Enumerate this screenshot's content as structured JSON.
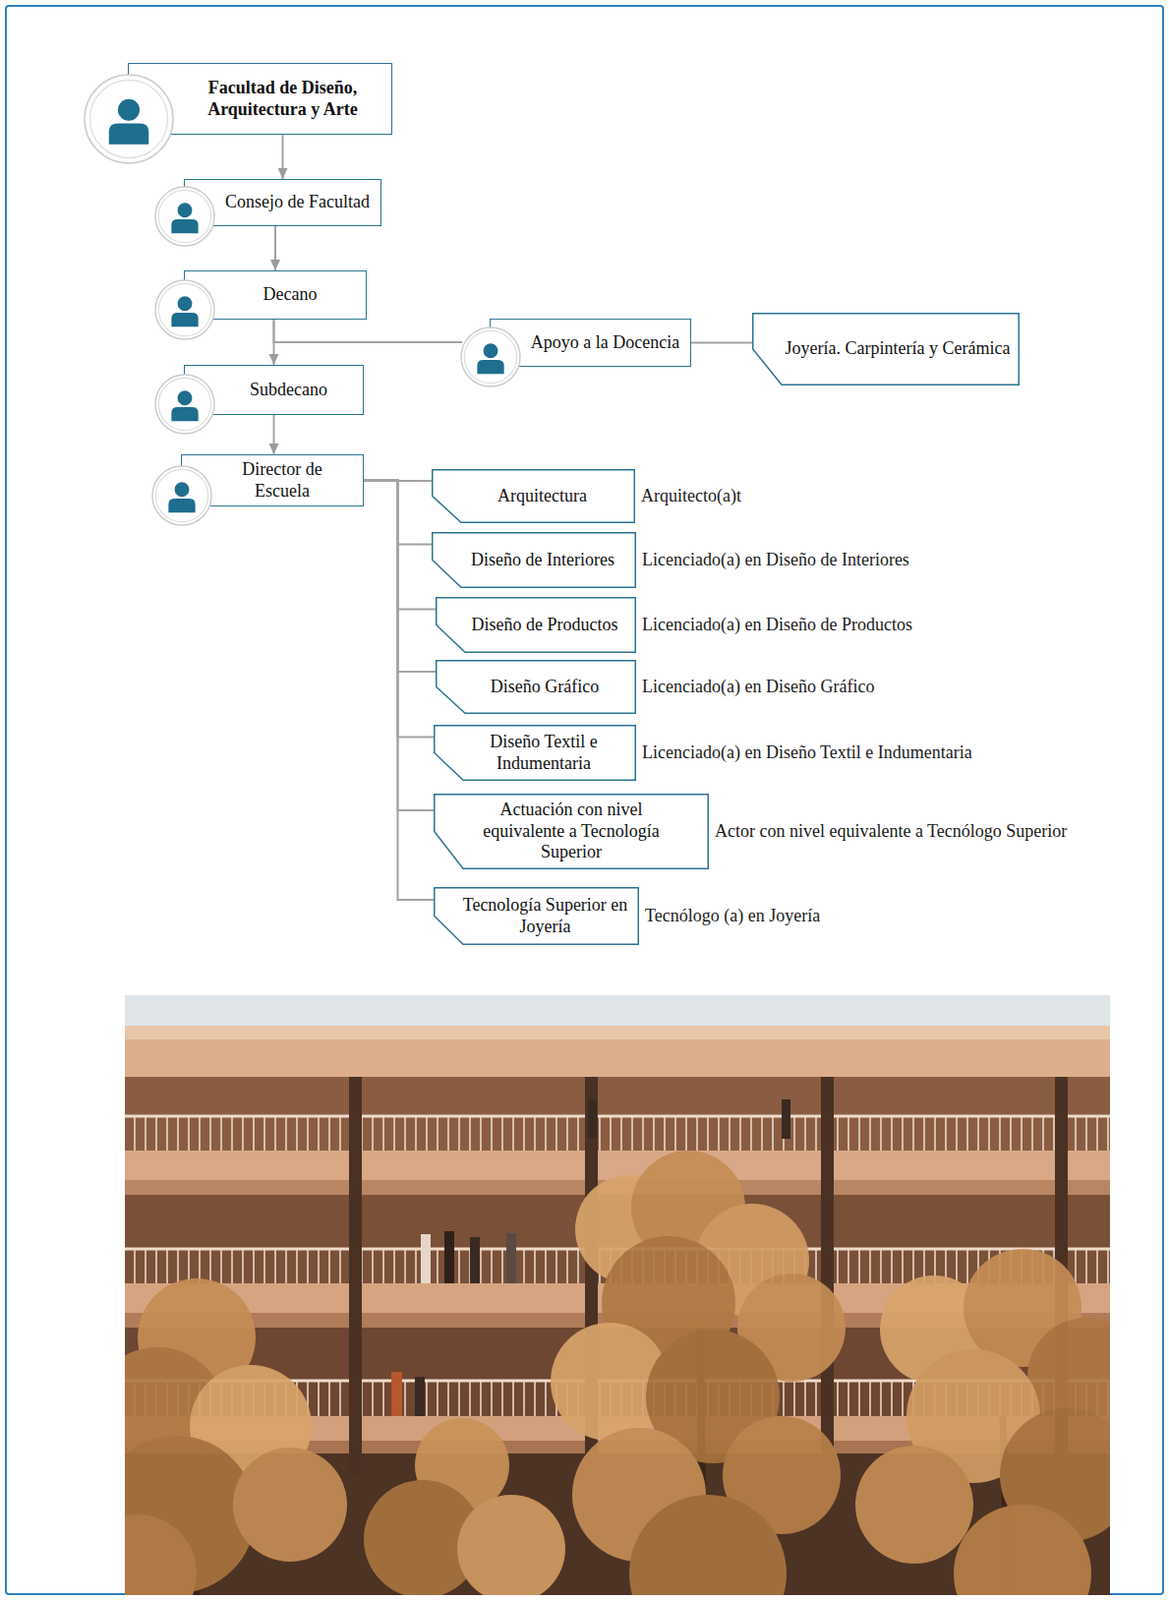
{
  "diagram": {
    "nodes": [
      {
        "text": [
          "Facultad de Diseño, Arquitectura y Arte"
        ]
      },
      {
        "text": [
          "Consejo de Facultad"
        ]
      },
      {
        "text": [
          "Decano"
        ]
      },
      {
        "text": [
          "Apoyo a la Docencia"
        ]
      },
      {
        "text": [
          "Joyería. Carpintería y Cerámica"
        ]
      },
      {
        "text": [
          "Subdecano"
        ]
      },
      {
        "text": [
          "Director de Escuela"
        ]
      },
      {
        "text": [
          "Arquitectura"
        ]
      },
      {
        "text": [
          "Diseño de Interiores"
        ]
      },
      {
        "text": [
          "Diseño de Productos"
        ]
      },
      {
        "text": [
          "Diseño Gráfico"
        ]
      },
      {
        "text": [
          "Diseño Textil e Indumentaria"
        ]
      },
      {
        "text": [
          "Actuación con nivel equivalente a Tecnología Superior"
        ]
      },
      {
        "text": [
          "Tecnología Superior en Joyería"
        ]
      }
    ],
    "edges": [
      {
        "from": 0,
        "to": 1,
        "arrow": "to"
      },
      {
        "from": 1,
        "to": 2,
        "arrow": "to"
      },
      {
        "from": 2,
        "to": 5,
        "arrow": "to"
      },
      {
        "from": 2,
        "to": 3,
        "arrow": "none"
      },
      {
        "from": 3,
        "to": 4,
        "arrow": "none"
      },
      {
        "from": 5,
        "to": 6,
        "arrow": "to"
      },
      {
        "from": 6,
        "to": 7,
        "arrow": "none"
      },
      {
        "from": 6,
        "to": 8,
        "arrow": "none"
      },
      {
        "from": 6,
        "to": 9,
        "arrow": "none"
      },
      {
        "from": 6,
        "to": 10,
        "arrow": "none"
      },
      {
        "from": 6,
        "to": 11,
        "arrow": "none"
      },
      {
        "from": 6,
        "to": 12,
        "arrow": "none"
      },
      {
        "from": 6,
        "to": 13,
        "arrow": "none"
      }
    ],
    "labels": [
      "Arquitecto(a)t",
      "Licenciado(a) en Diseño de Interiores",
      "Licenciado(a) en Diseño de Productos",
      "Licenciado(a) en Diseño Gráfico",
      "Licenciado(a) en Diseño Textil e Indumentaria",
      "Actor con nivel equivalente a Tecnólogo Superior",
      "Tecnólogo (a) en Joyería"
    ]
  }
}
